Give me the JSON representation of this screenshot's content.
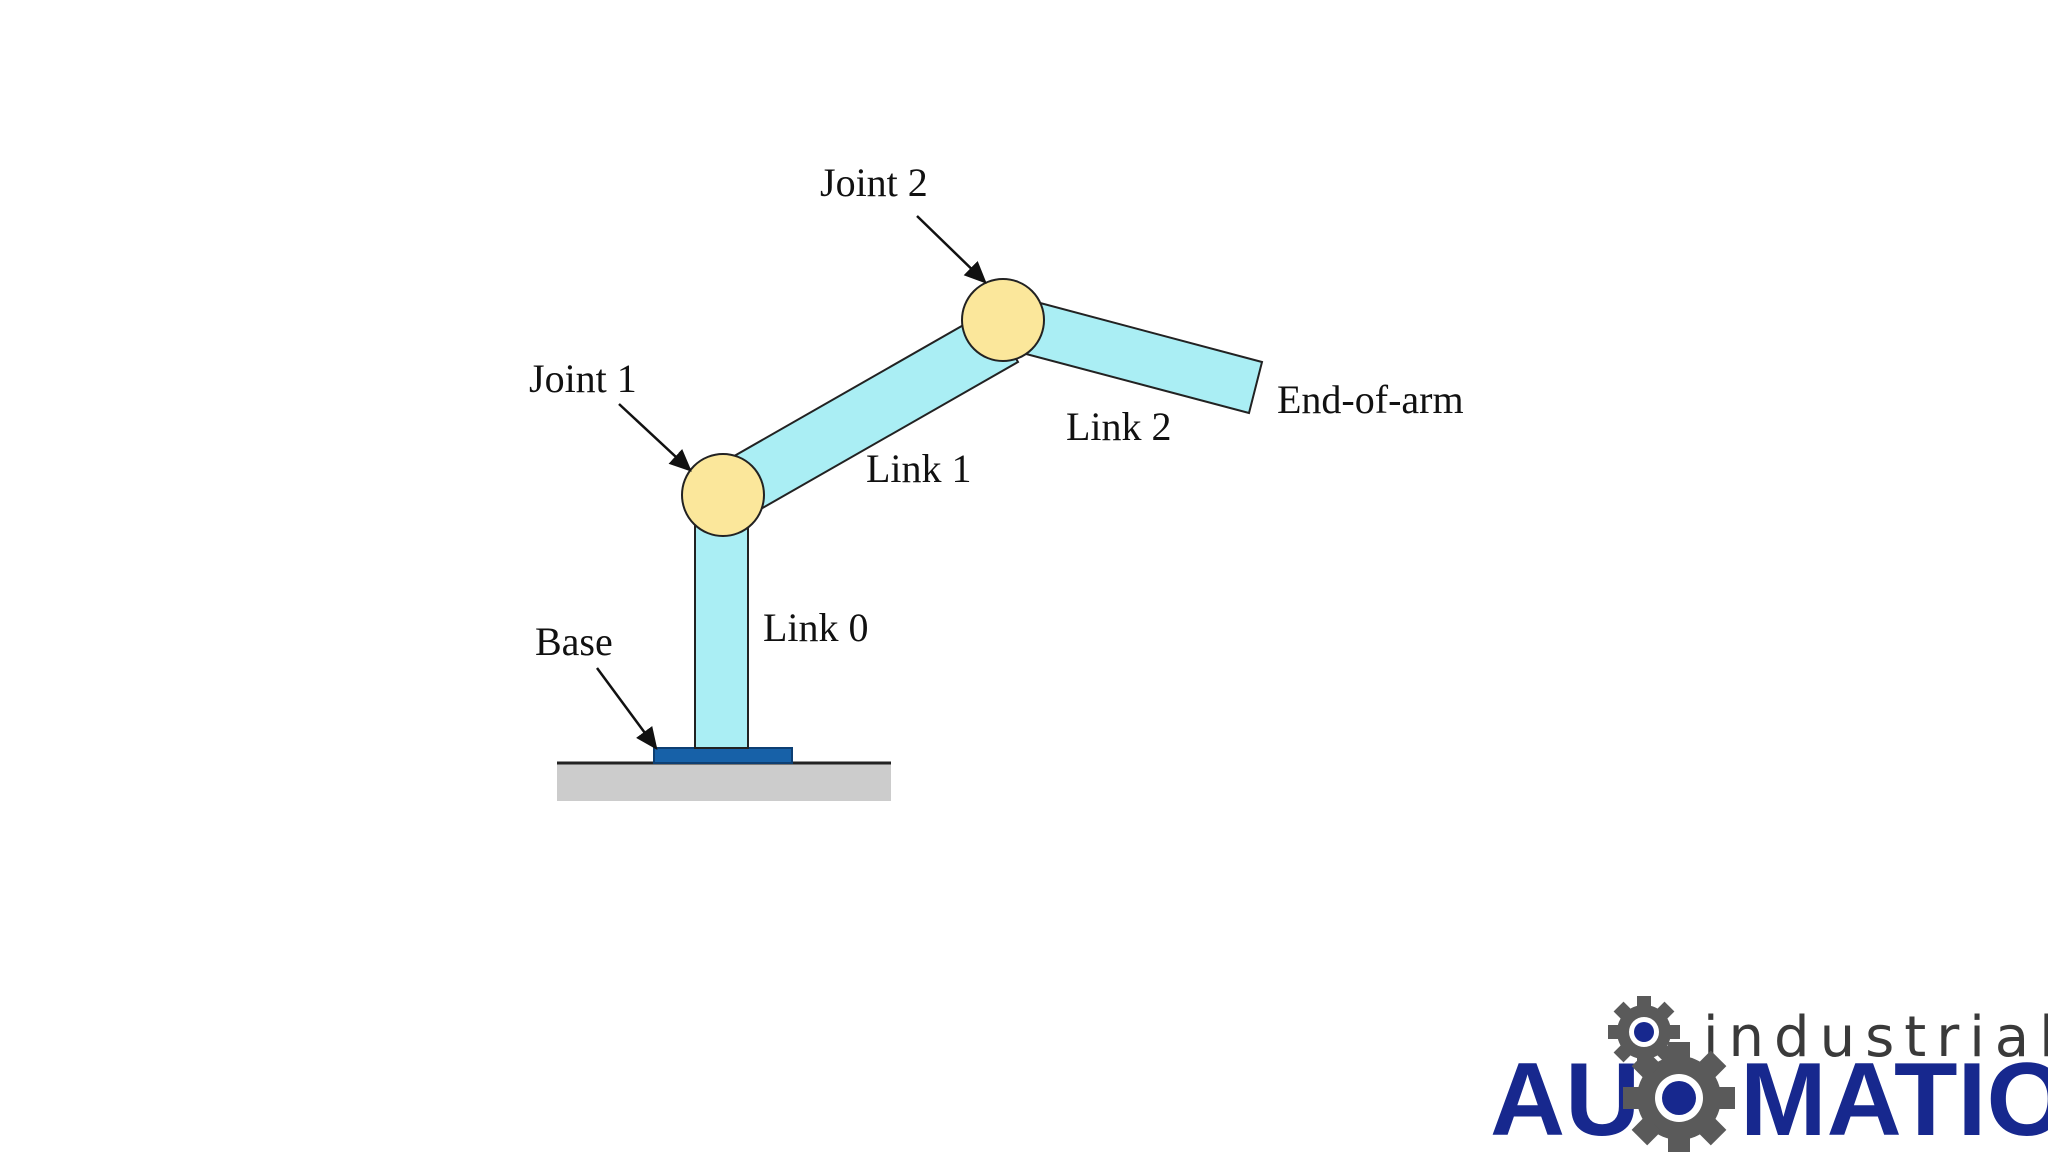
{
  "labels": {
    "joint2": "Joint 2",
    "joint1": "Joint 1",
    "link1": "Link 1",
    "link2": "Link 2",
    "link0": "Link 0",
    "end_of_arm": "End-of-arm",
    "base": "Base"
  },
  "logo": {
    "line1": "industrial",
    "line2_part1": "AUT",
    "line2_part2": "MATION"
  },
  "colors": {
    "link_fill": "#aaeef4",
    "joint_fill": "#fbe79b",
    "base_plate": "#1761a8",
    "ground": "#cccccc",
    "logo_blue": "#17288e",
    "logo_gray": "#5a5a5a",
    "outline": "#222222"
  }
}
